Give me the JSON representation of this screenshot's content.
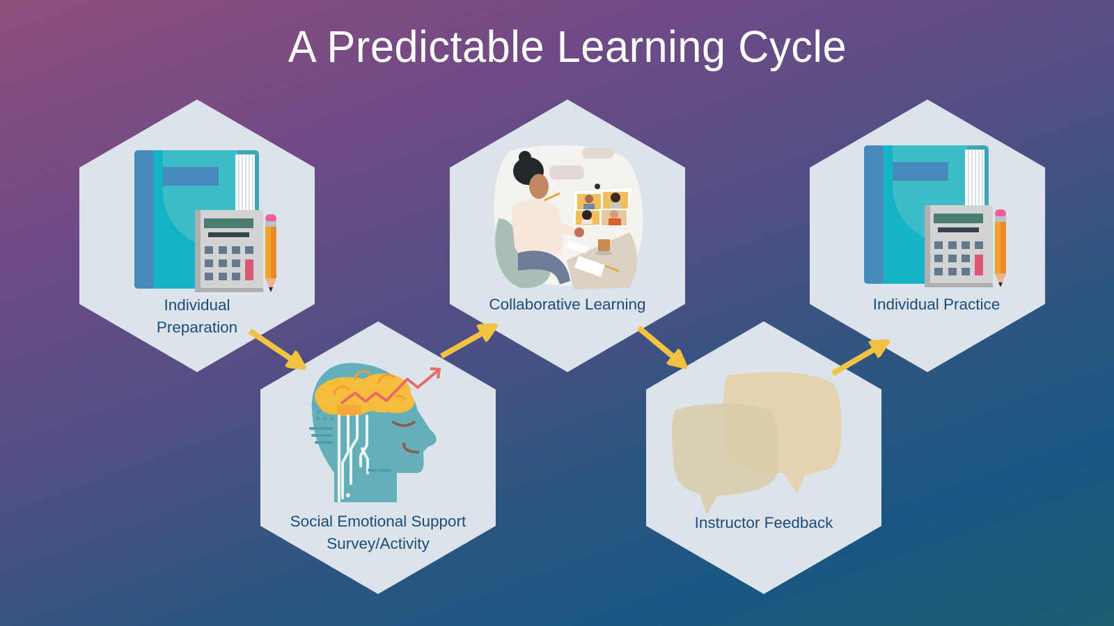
{
  "slide": {
    "title": "A Predictable Learning Cycle",
    "colors": {
      "background_top_left": "#8f4f7c",
      "background_bottom": "#1a5683",
      "hexagon_fill": "#dce3ea",
      "label_text": "#1d4b7c",
      "arrow": "#f2c343",
      "title_text": "#ffffff"
    }
  },
  "steps": [
    {
      "order": 1,
      "label_line1": "Individual",
      "label_line2": "Preparation",
      "icon": "book-calculator-pencil-icon"
    },
    {
      "order": 2,
      "label_line1": "Social Emotional Support",
      "label_line2": "Survey/Activity",
      "icon": "head-brain-growth-icon"
    },
    {
      "order": 3,
      "label_line1": "Collaborative Learning",
      "label_line2": "",
      "icon": "video-call-learning-illustration"
    },
    {
      "order": 4,
      "label_line1": "Instructor Feedback",
      "label_line2": "",
      "icon": "speech-bubbles-icon"
    },
    {
      "order": 5,
      "label_line1": "Individual Practice",
      "label_line2": "",
      "icon": "book-calculator-pencil-icon"
    }
  ],
  "arrows": [
    {
      "from": 1,
      "to": 2
    },
    {
      "from": 2,
      "to": 3
    },
    {
      "from": 3,
      "to": 4
    },
    {
      "from": 4,
      "to": 5
    }
  ]
}
